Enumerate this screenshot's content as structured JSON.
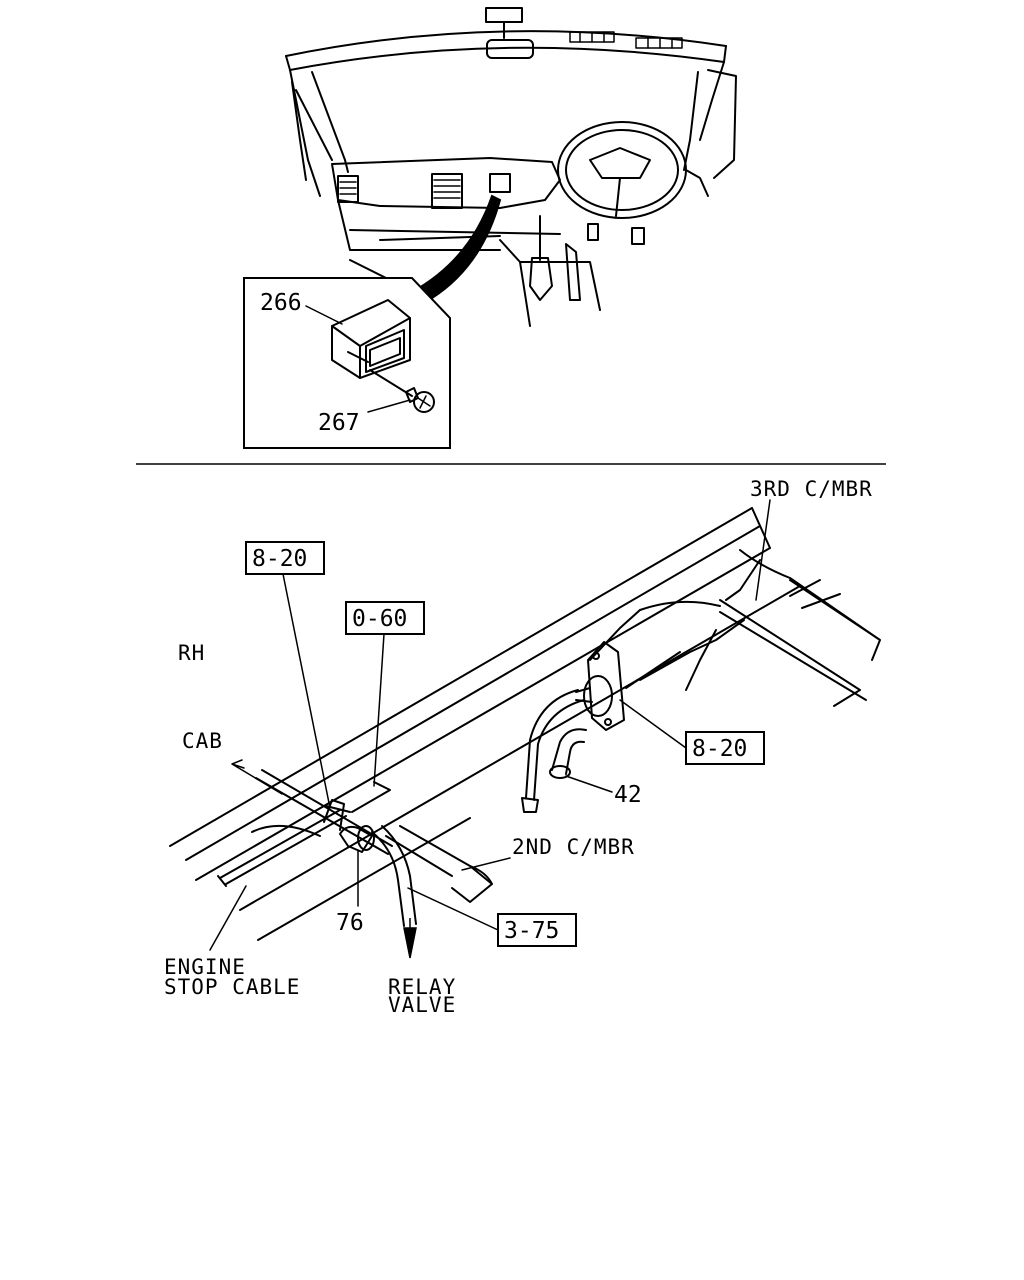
{
  "top_view": {
    "callouts": {
      "part_266": "266",
      "part_267": "267"
    }
  },
  "bottom_view": {
    "boxed_refs": {
      "ref_a": "8-20",
      "ref_b": "0-60",
      "ref_c": "8-20",
      "ref_d": "3-75"
    },
    "labels": {
      "third_cross_member": "3RD C/MBR",
      "side": "RH",
      "cab": "CAB",
      "second_cross_member": "2ND C/MBR",
      "engine_stop_cable_line1": "ENGINE",
      "engine_stop_cable_line2": "STOP CABLE",
      "relay_valve_line1": "RELAY",
      "relay_valve_line2": "VALVE"
    },
    "callouts": {
      "part_42": "42",
      "part_76": "76"
    }
  }
}
